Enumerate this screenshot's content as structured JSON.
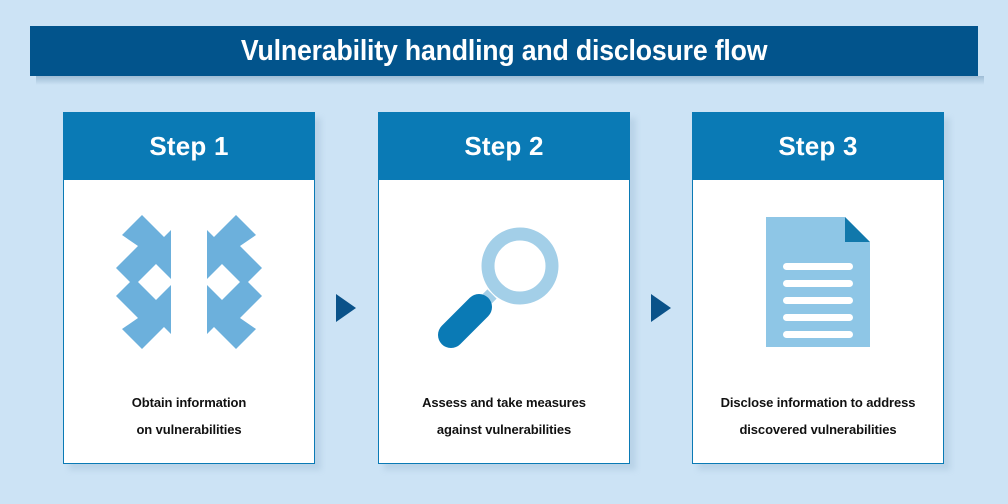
{
  "header": {
    "title": "Vulnerability handling and disclosure flow",
    "background_color": "#02548c",
    "text_color": "#ffffff"
  },
  "page": {
    "background_color": "#cce3f5",
    "card_border_color": "#0a7ab5",
    "card_header_color": "#0a7ab5",
    "icon_light_blue": "#6cb0dc",
    "icon_pale_blue": "#a3cfe8",
    "icon_dark_blue": "#0a7ab5",
    "connector_color": "#0a5289"
  },
  "steps": [
    {
      "header_label": "Step 1",
      "icon_name": "converging-arrows-icon",
      "caption_lines": [
        "Obtain information",
        "on vulnerabilities"
      ]
    },
    {
      "header_label": "Step 2",
      "icon_name": "magnifying-glass-icon",
      "caption_lines": [
        "Assess and take measures",
        "against vulnerabilities"
      ]
    },
    {
      "header_label": "Step 3",
      "icon_name": "document-icon",
      "caption_lines": [
        "Disclose information to address",
        "discovered vulnerabilities"
      ]
    }
  ],
  "connectors": [
    {
      "name": "arrow-step1-to-step2",
      "glyph": "triangle-right"
    },
    {
      "name": "arrow-step2-to-step3",
      "glyph": "triangle-right"
    }
  ]
}
